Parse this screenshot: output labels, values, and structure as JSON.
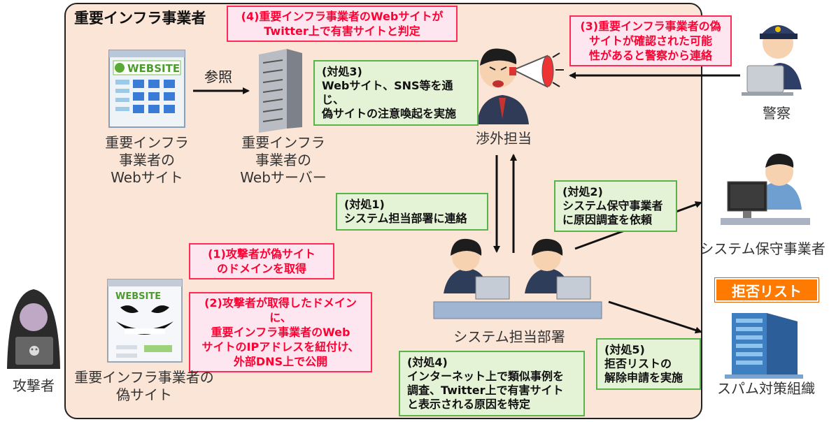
{
  "region": {
    "title": "重要インフラ事業者"
  },
  "red_boxes": {
    "r4": [
      "(4)重要インフラ事業者のWebサイトが",
      "Twitter上で有害サイトと判定"
    ],
    "r3": [
      "(3)重要インフラ事業者の偽",
      "サイトが確認された可能",
      "性があると警察から連絡"
    ],
    "r1": [
      "(1)攻撃者が偽サイト",
      "のドメインを取得"
    ],
    "r2": [
      "(2)攻撃者が取得したドメインに、",
      "重要インフラ事業者のWeb",
      "サイトのIPアドレスを紐付け、",
      "外部DNS上で公開"
    ]
  },
  "green_boxes": {
    "t3": [
      "(対処3)",
      "Webサイト、SNS等を通じ、",
      "偽サイトの注意喚起を実施"
    ],
    "t1": [
      "(対処1)",
      "システム担当部署に連絡"
    ],
    "t2": [
      "(対処2)",
      "システム保守事業者",
      "に原因調査を依頼"
    ],
    "t4": [
      "(対処4)",
      "インターネット上で類似事例を",
      "調査、Twitter上で有害サイト",
      "と表示される原因を特定"
    ],
    "t5": [
      "(対処5)",
      "拒否リストの",
      "解除申請を実施"
    ]
  },
  "labels": {
    "website": [
      "重要インフラ",
      "事業者の",
      "Webサイト"
    ],
    "server": [
      "重要インフラ",
      "事業者の",
      "Webサーバー"
    ],
    "pr": "渉外担当",
    "police": "警察",
    "maintenance": "システム保守事業者",
    "dept": "システム担当部署",
    "spam": "スパム対策組織",
    "attacker": "攻撃者",
    "fake_site": [
      "重要インフラ事業者の",
      "偽サイト"
    ],
    "reference": "参照",
    "blocklist": "拒否リスト",
    "website_banner": "WEBSITE"
  },
  "colors": {
    "warning_red": "#ff0033",
    "action_green": "#59b24a",
    "region_fill": "#fbe5d6",
    "blocklist_orange": "#ff7a00"
  },
  "icons": [
    "website-page-icon",
    "web-server-icon",
    "pr-officer-megaphone-icon",
    "police-officer-icon",
    "maintenance-worker-icon",
    "operators-icon",
    "spam-org-building-icon",
    "hacker-icon",
    "fake-website-icon"
  ]
}
